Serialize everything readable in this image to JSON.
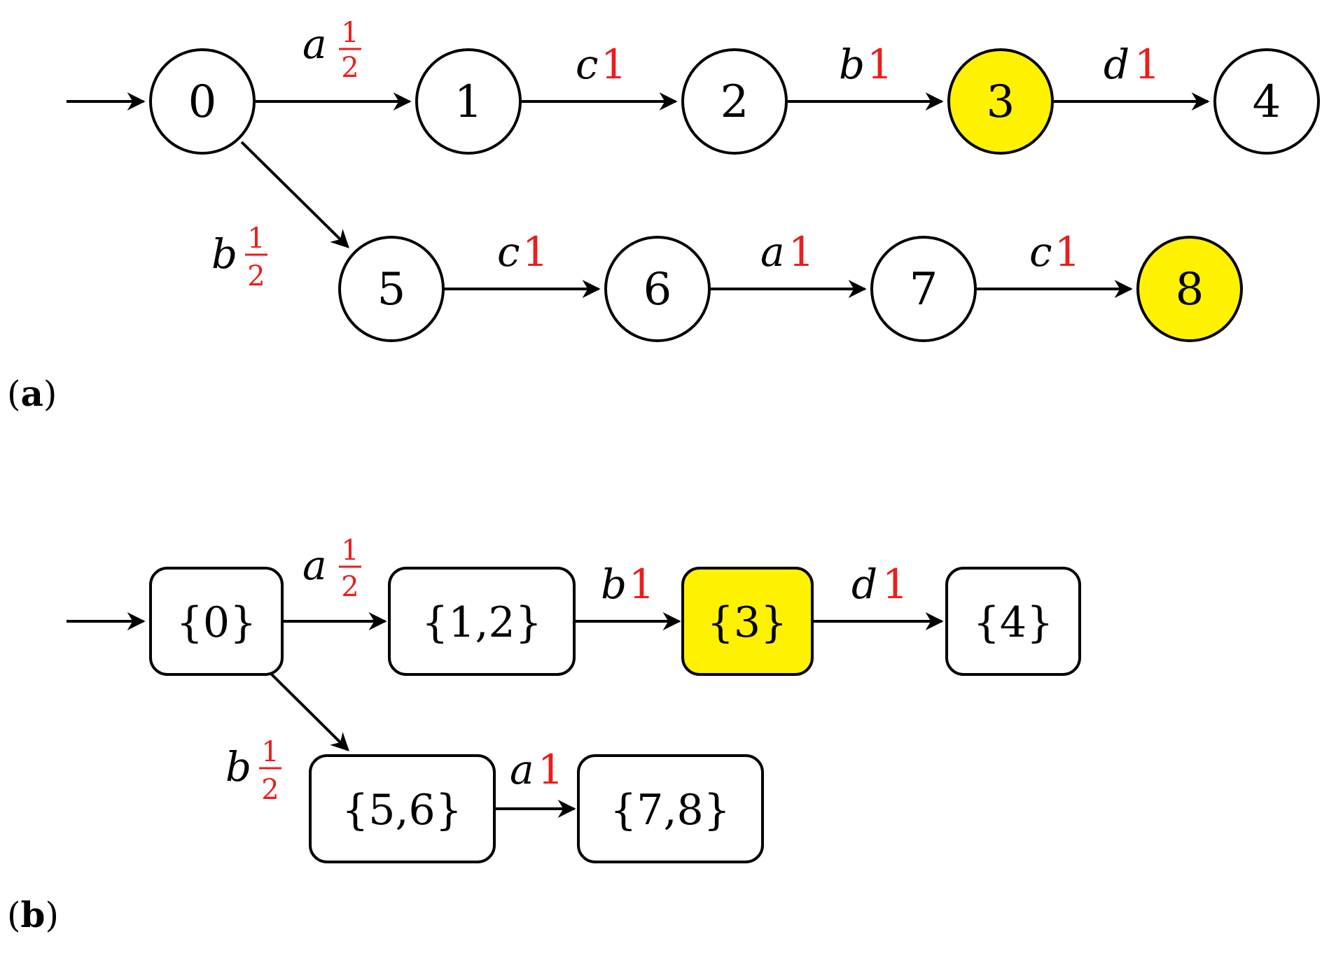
{
  "panel_a": {
    "label_open": "(",
    "label_letter": "a",
    "label_close": ")",
    "states": [
      {
        "id": "0",
        "final": false
      },
      {
        "id": "1",
        "final": false
      },
      {
        "id": "2",
        "final": false
      },
      {
        "id": "3",
        "final": true
      },
      {
        "id": "4",
        "final": false
      },
      {
        "id": "5",
        "final": false
      },
      {
        "id": "6",
        "final": false
      },
      {
        "id": "7",
        "final": false
      },
      {
        "id": "8",
        "final": true
      }
    ],
    "transitions": [
      {
        "from": "0",
        "to": "1",
        "symbol": "a",
        "weight_num": "1",
        "weight_den": "2"
      },
      {
        "from": "1",
        "to": "2",
        "symbol": "c",
        "weight": "1"
      },
      {
        "from": "2",
        "to": "3",
        "symbol": "b",
        "weight": "1"
      },
      {
        "from": "3",
        "to": "4",
        "symbol": "d",
        "weight": "1"
      },
      {
        "from": "0",
        "to": "5",
        "symbol": "b",
        "weight_num": "1",
        "weight_den": "2"
      },
      {
        "from": "5",
        "to": "6",
        "symbol": "c",
        "weight": "1"
      },
      {
        "from": "6",
        "to": "7",
        "symbol": "a",
        "weight": "1"
      },
      {
        "from": "7",
        "to": "8",
        "symbol": "c",
        "weight": "1"
      }
    ]
  },
  "panel_b": {
    "label_open": "(",
    "label_letter": "b",
    "label_close": ")",
    "states": [
      {
        "id": "{0}",
        "final": false
      },
      {
        "id": "{1,2}",
        "final": false
      },
      {
        "id": "{3}",
        "final": true
      },
      {
        "id": "{4}",
        "final": false
      },
      {
        "id": "{5,6}",
        "final": false
      },
      {
        "id": "{7,8}",
        "final": false
      }
    ],
    "transitions": [
      {
        "from": "{0}",
        "to": "{1,2}",
        "symbol": "a",
        "weight_num": "1",
        "weight_den": "2"
      },
      {
        "from": "{1,2}",
        "to": "{3}",
        "symbol": "b",
        "weight": "1"
      },
      {
        "from": "{3}",
        "to": "{4}",
        "symbol": "d",
        "weight": "1"
      },
      {
        "from": "{0}",
        "to": "{5,6}",
        "symbol": "b",
        "weight_num": "1",
        "weight_den": "2"
      },
      {
        "from": "{5,6}",
        "to": "{7,8}",
        "symbol": "a",
        "weight": "1"
      }
    ]
  },
  "colors": {
    "final_fill": "#fff200",
    "weight_text": "#ee1c1c",
    "stroke": "#000000"
  }
}
